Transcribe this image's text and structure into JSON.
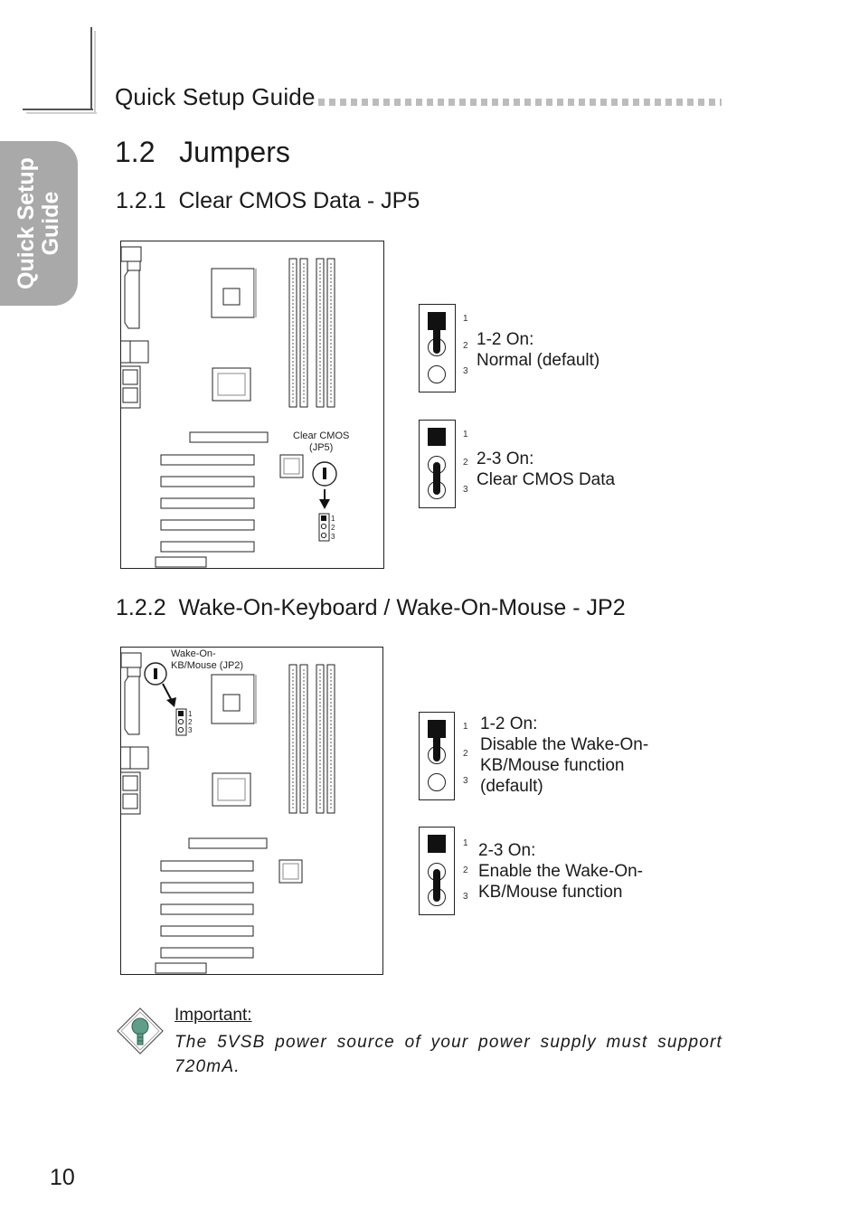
{
  "header": {
    "section_title": "Quick Setup Guide"
  },
  "side_tab": {
    "label": "Quick Setup Guide"
  },
  "section": {
    "number_title": "1.2   Jumpers"
  },
  "subsections": [
    {
      "heading": "1.2.1  Clear CMOS Data - JP5",
      "board_label": "Clear CMOS\n(JP5)",
      "options": [
        {
          "line1": "1-2 On:",
          "line2": "Normal (default)"
        },
        {
          "line1": "2-3 On:",
          "line2": "Clear CMOS Data"
        }
      ]
    },
    {
      "heading": "1.2.2  Wake-On-Keyboard / Wake-On-Mouse - JP2",
      "board_label": "Wake-On-\nKB/Mouse (JP2)",
      "options": [
        {
          "text": "1-2 On:\nDisable the Wake-On-\nKB/Mouse function\n(default)"
        },
        {
          "text": "2-3 On:\nEnable the Wake-On-\nKB/Mouse function"
        }
      ]
    }
  ],
  "pin_numbers": [
    "1",
    "2",
    "3"
  ],
  "important": {
    "title": "Important:",
    "body": "The 5VSB power source of your power supply must support 720mA."
  },
  "page_number": "10",
  "colors": {
    "side_tab": "#a9a9a9",
    "dots": "#bcbcbc",
    "bulb": "#5f9f8a"
  }
}
